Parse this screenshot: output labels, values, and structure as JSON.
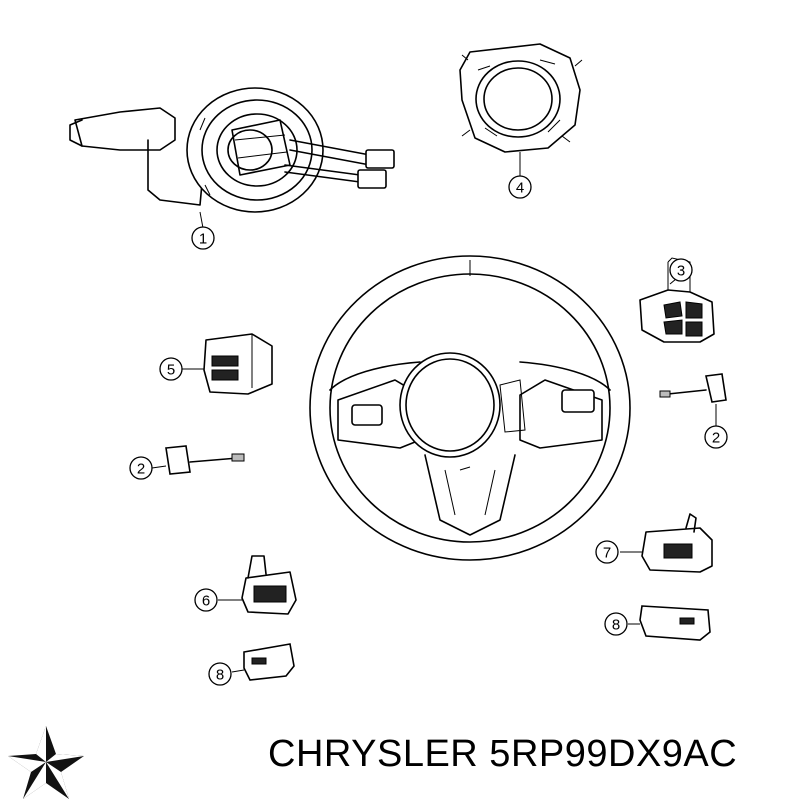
{
  "callouts": [
    {
      "label": "1",
      "part": "clockspring-multifunction-switch"
    },
    {
      "label": "4",
      "part": "clockspring-housing"
    },
    {
      "label": "3",
      "part": "right-control-switch"
    },
    {
      "label": "5",
      "part": "left-control-switch"
    },
    {
      "label": "2",
      "part": "wiring-jumper-right"
    },
    {
      "label": "2",
      "part": "wiring-jumper-left"
    },
    {
      "label": "7",
      "part": "right-paddle-switch"
    },
    {
      "label": "6",
      "part": "left-paddle-switch"
    },
    {
      "label": "8",
      "part": "right-paddle-cover"
    },
    {
      "label": "8",
      "part": "left-paddle-cover"
    }
  ],
  "brand": {
    "text": "CHRYSLER 5RP99DX9AC",
    "logo": "chrysler-pentastar-logo"
  }
}
